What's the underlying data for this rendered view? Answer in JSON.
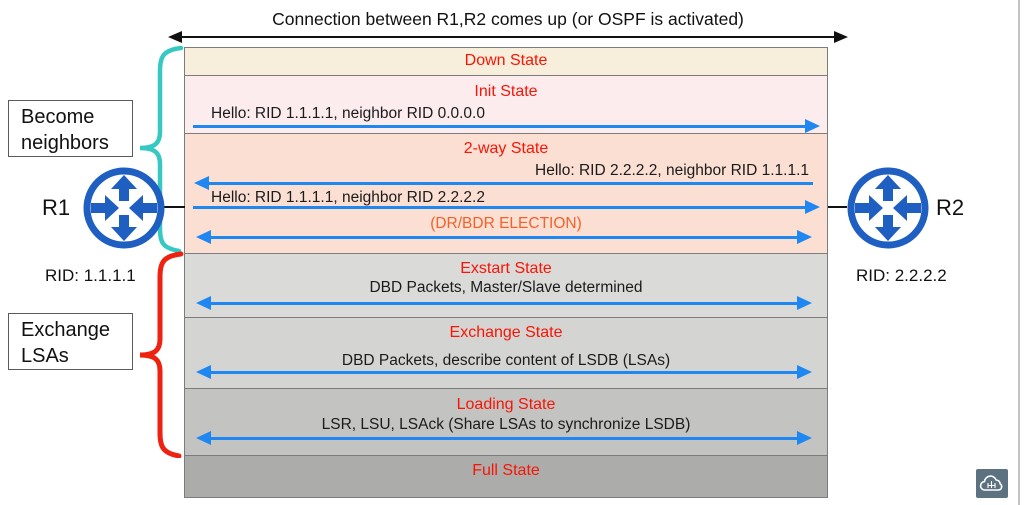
{
  "title": "Connection between R1,R2 comes up (or OSPF is activated)",
  "left_annotations": {
    "become_neighbors": "Become neighbors",
    "exchange_lsas": "Exchange LSAs"
  },
  "routers": {
    "r1": {
      "label": "R1",
      "rid": "RID: 1.1.1.1"
    },
    "r2": {
      "label": "R2",
      "rid": "RID: 2.2.2.2"
    }
  },
  "states": [
    {
      "label": "Down State",
      "messages": []
    },
    {
      "label": "Init State",
      "messages": [
        {
          "text": "Hello: RID 1.1.1.1, neighbor RID 0.0.0.0",
          "direction": "right"
        }
      ]
    },
    {
      "label": "2-way State",
      "messages": [
        {
          "text": "Hello: RID 2.2.2.2, neighbor RID 1.1.1.1",
          "direction": "left"
        },
        {
          "text": "Hello: RID 1.1.1.1, neighbor RID 2.2.2.2",
          "direction": "right"
        },
        {
          "text": "(DR/BDR ELECTION)",
          "direction": "both"
        }
      ]
    },
    {
      "label": "Exstart State",
      "messages": [
        {
          "text": "DBD Packets, Master/Slave determined",
          "direction": "both"
        }
      ]
    },
    {
      "label": "Exchange State",
      "messages": [
        {
          "text": "DBD Packets, describe content of LSDB (LSAs)",
          "direction": "both"
        }
      ]
    },
    {
      "label": "Loading State",
      "messages": [
        {
          "text": "LSR, LSU, LSAck (Share LSAs to synchronize LSDB)",
          "direction": "both"
        }
      ]
    },
    {
      "label": "Full State",
      "messages": []
    }
  ],
  "icons": {
    "router": "cisco-router-icon",
    "logo": "cloud-circuit-icon"
  },
  "colors": {
    "state_title_red": "#f81505",
    "election_orange": "#f2622a",
    "packet_arrow_blue": "#1f87f2",
    "router_blue": "#1e5fc1",
    "brace_teal": "#36c8c3",
    "brace_red": "#ee2211",
    "band_down": "#f7eedb",
    "band_init": "#fcecee",
    "band_2way": "#fbdfd3",
    "band_exstart": "#dadad8",
    "band_exchange": "#d4d4d2",
    "band_loading": "#c3c3c1",
    "band_full": "#acacaa"
  }
}
